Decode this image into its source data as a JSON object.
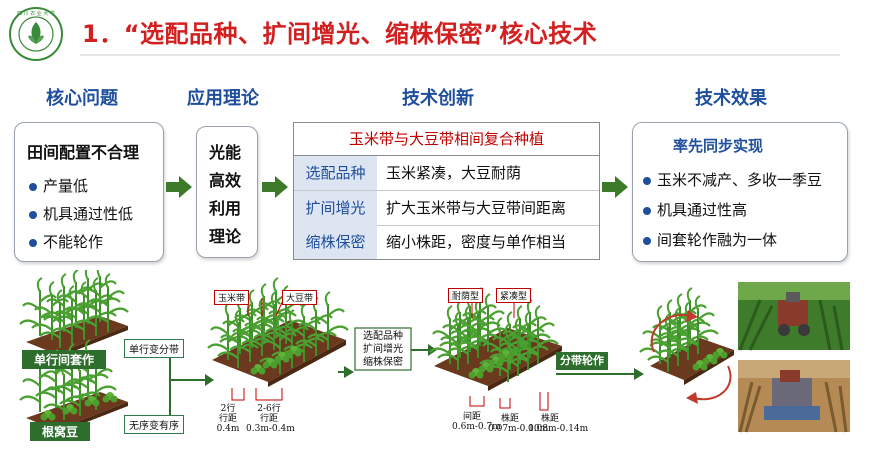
{
  "title": "1．“选配品种、扩间增光、缩株保密”核心技术",
  "headers": {
    "problem": "核心问题",
    "theory": "应用理论",
    "innovation": "技术创新",
    "effect": "技术效果"
  },
  "problem": {
    "title": "田间配置不合理",
    "items": [
      "产量低",
      "机具通过性低",
      "不能轮作"
    ]
  },
  "theory": {
    "lines": [
      "光能",
      "高效",
      "利用",
      "理论"
    ]
  },
  "innovation": {
    "header": "玉米带与大豆带相间复合种植",
    "rows": [
      {
        "key": "选配品种",
        "value": "玉米紧凑，大豆耐荫"
      },
      {
        "key": "扩间增光",
        "value": "扩大玉米带与大豆带间距离"
      },
      {
        "key": "缩株保密",
        "value": "缩小株距，密度与单作相当"
      }
    ]
  },
  "effect": {
    "title": "率先同步实现",
    "items": [
      "玉米不减产、多收一季豆",
      "机具通过性高",
      "间套轮作融为一体"
    ]
  },
  "diagram": {
    "label_single_row": "单行间套作",
    "label_root_bean": "根窝豆",
    "tag_single_to_strip": "单行变分带",
    "tag_disorder_to_order": "无序变有序",
    "tag_corn_strip": "玉米带",
    "tag_soy_strip": "大豆带",
    "row_count_a": "2行",
    "row_spacing_a_label": "行距",
    "row_spacing_a_value": "0.4m",
    "row_count_b": "2-6行",
    "row_spacing_b_label": "行距",
    "row_spacing_b_value": "0.3m-0.4m",
    "tech_box": [
      "选配品种",
      "扩间增光",
      "缩株保密"
    ],
    "tag_shade_tolerant": "耐荫型",
    "tag_compact": "紧凑型",
    "spacing_label": "间距",
    "spacing_value": "0.6m-0.7m",
    "plant_spacing_label_1": "株距",
    "plant_spacing_value_1": "0.07m-0.10m",
    "plant_spacing_label_2": "株距",
    "plant_spacing_value_2": "0.08m-0.14m",
    "rotation_label": "分带轮作"
  },
  "colors": {
    "title": "#d22020",
    "header": "#1f4e9c",
    "arrow": "#3d7a2a",
    "table_key_bg": "#dde5f2"
  }
}
